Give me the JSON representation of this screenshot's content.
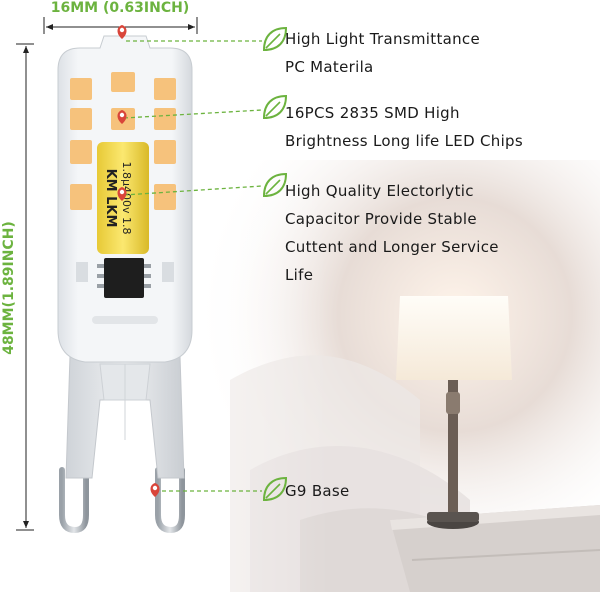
{
  "dimensions": {
    "width": "16MM (0.63INCH)",
    "height": "48MM(1.89INCH)"
  },
  "capacitor": {
    "line1": "1.8µ400v 1.8",
    "line2": "KM  LKM"
  },
  "features": [
    {
      "lines": [
        "High  Light Transmittance",
        "PC  Materila"
      ],
      "icon": "leaf-icon"
    },
    {
      "lines": [
        "16PCS 2835 SMD High",
        "Brightness Long life LED Chips"
      ],
      "icon": "leaf-icon"
    },
    {
      "lines": [
        "High Quality Electorlytic",
        "Capacitor  Provide Stable",
        "Cuttent and Longer Service",
        "Life"
      ],
      "icon": "leaf-icon"
    },
    {
      "lines": [
        "G9  Base"
      ],
      "icon": "leaf-icon"
    }
  ],
  "colors": {
    "accent_green": "#6cb33f",
    "pin_red": "#d9453a",
    "led_amber": "#f6c27c"
  }
}
